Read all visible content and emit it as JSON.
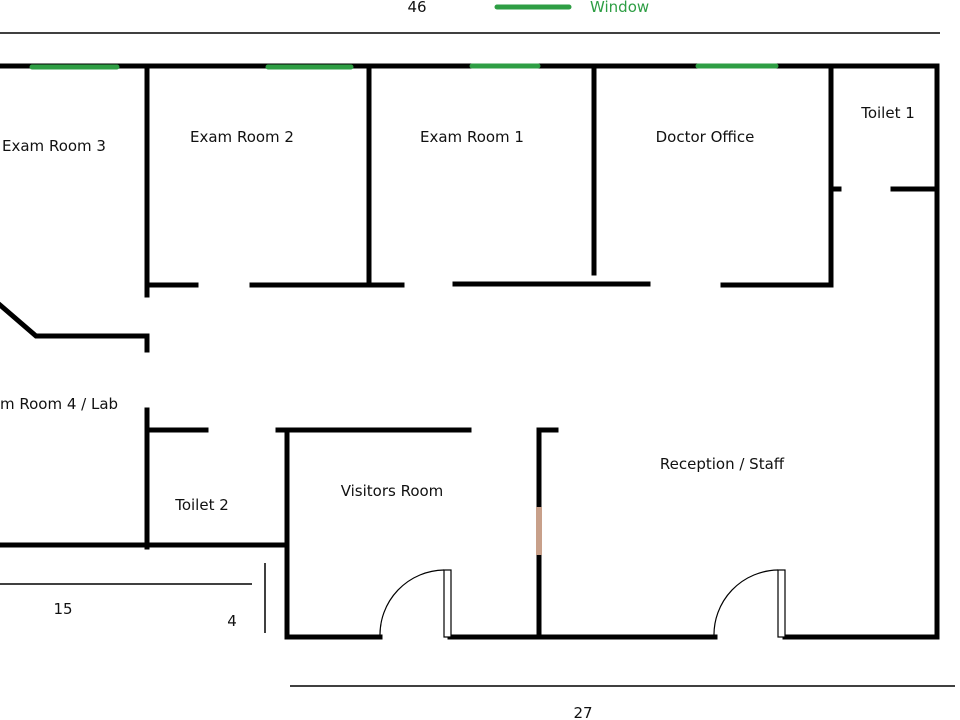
{
  "dimensions": {
    "overall_width": "46",
    "bottom_width": "27",
    "left_width": "15",
    "corridor_gap": "4"
  },
  "legend": {
    "window_label": "Window",
    "window_color": "#2e9e44"
  },
  "rooms": {
    "exam_room_3": "Exam Room 3",
    "exam_room_2": "Exam Room 2",
    "exam_room_1": "Exam Room 1",
    "doctor_office": "Doctor Office",
    "toilet_1": "Toilet 1",
    "exam_room_4_lab": "m Room 4 / Lab",
    "toilet_2": "Toilet 2",
    "visitors_room": "Visitors Room",
    "reception_staff": "Reception / Staff"
  },
  "colors": {
    "wall": "#000000",
    "window": "#2e9e44",
    "door_accent": "#c8a08a"
  }
}
